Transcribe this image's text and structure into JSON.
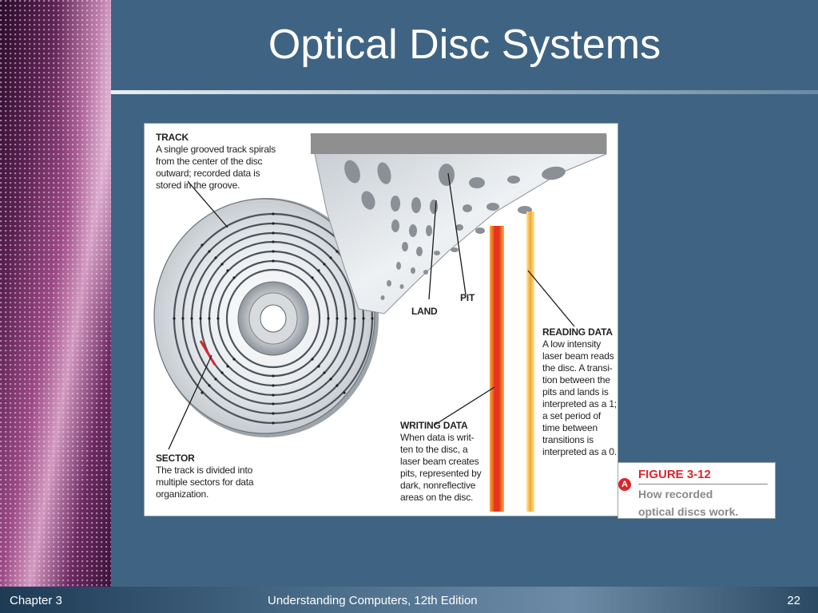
{
  "slide": {
    "title": "Optical Disc Systems",
    "accent_color": "#d9262c",
    "background_color": "#3f6483"
  },
  "figure": {
    "labels": {
      "track": {
        "heading": "TRACK",
        "body": "A single grooved track spirals\nfrom the center of the disc\noutward; recorded data is\nstored in the groove."
      },
      "sector": {
        "heading": "SECTOR",
        "body": "The track is divided into\nmultiple sectors for data\norganization."
      },
      "land": {
        "heading": "LAND"
      },
      "pit": {
        "heading": "PIT"
      },
      "reading": {
        "heading": "READING DATA",
        "body": "A low intensity\nlaser beam reads\nthe disc. A transi-\ntion between the\npits and lands is\ninterpreted as a 1;\na set period of\ntime between\ntransitions is\ninterpreted as a 0."
      },
      "writing": {
        "heading": "WRITING DATA",
        "body": "When data is writ-\nten to the disc, a\nlaser beam creates\npits, represented by\ndark, nonreflective\nareas on the disc."
      }
    }
  },
  "caption": {
    "figure_label": "FIGURE 3-12",
    "text": "How recorded\noptical discs work.",
    "badge_icon": "A"
  },
  "footer": {
    "left": "Chapter 3",
    "center": "Understanding Computers, 12th Edition",
    "right": "22"
  }
}
